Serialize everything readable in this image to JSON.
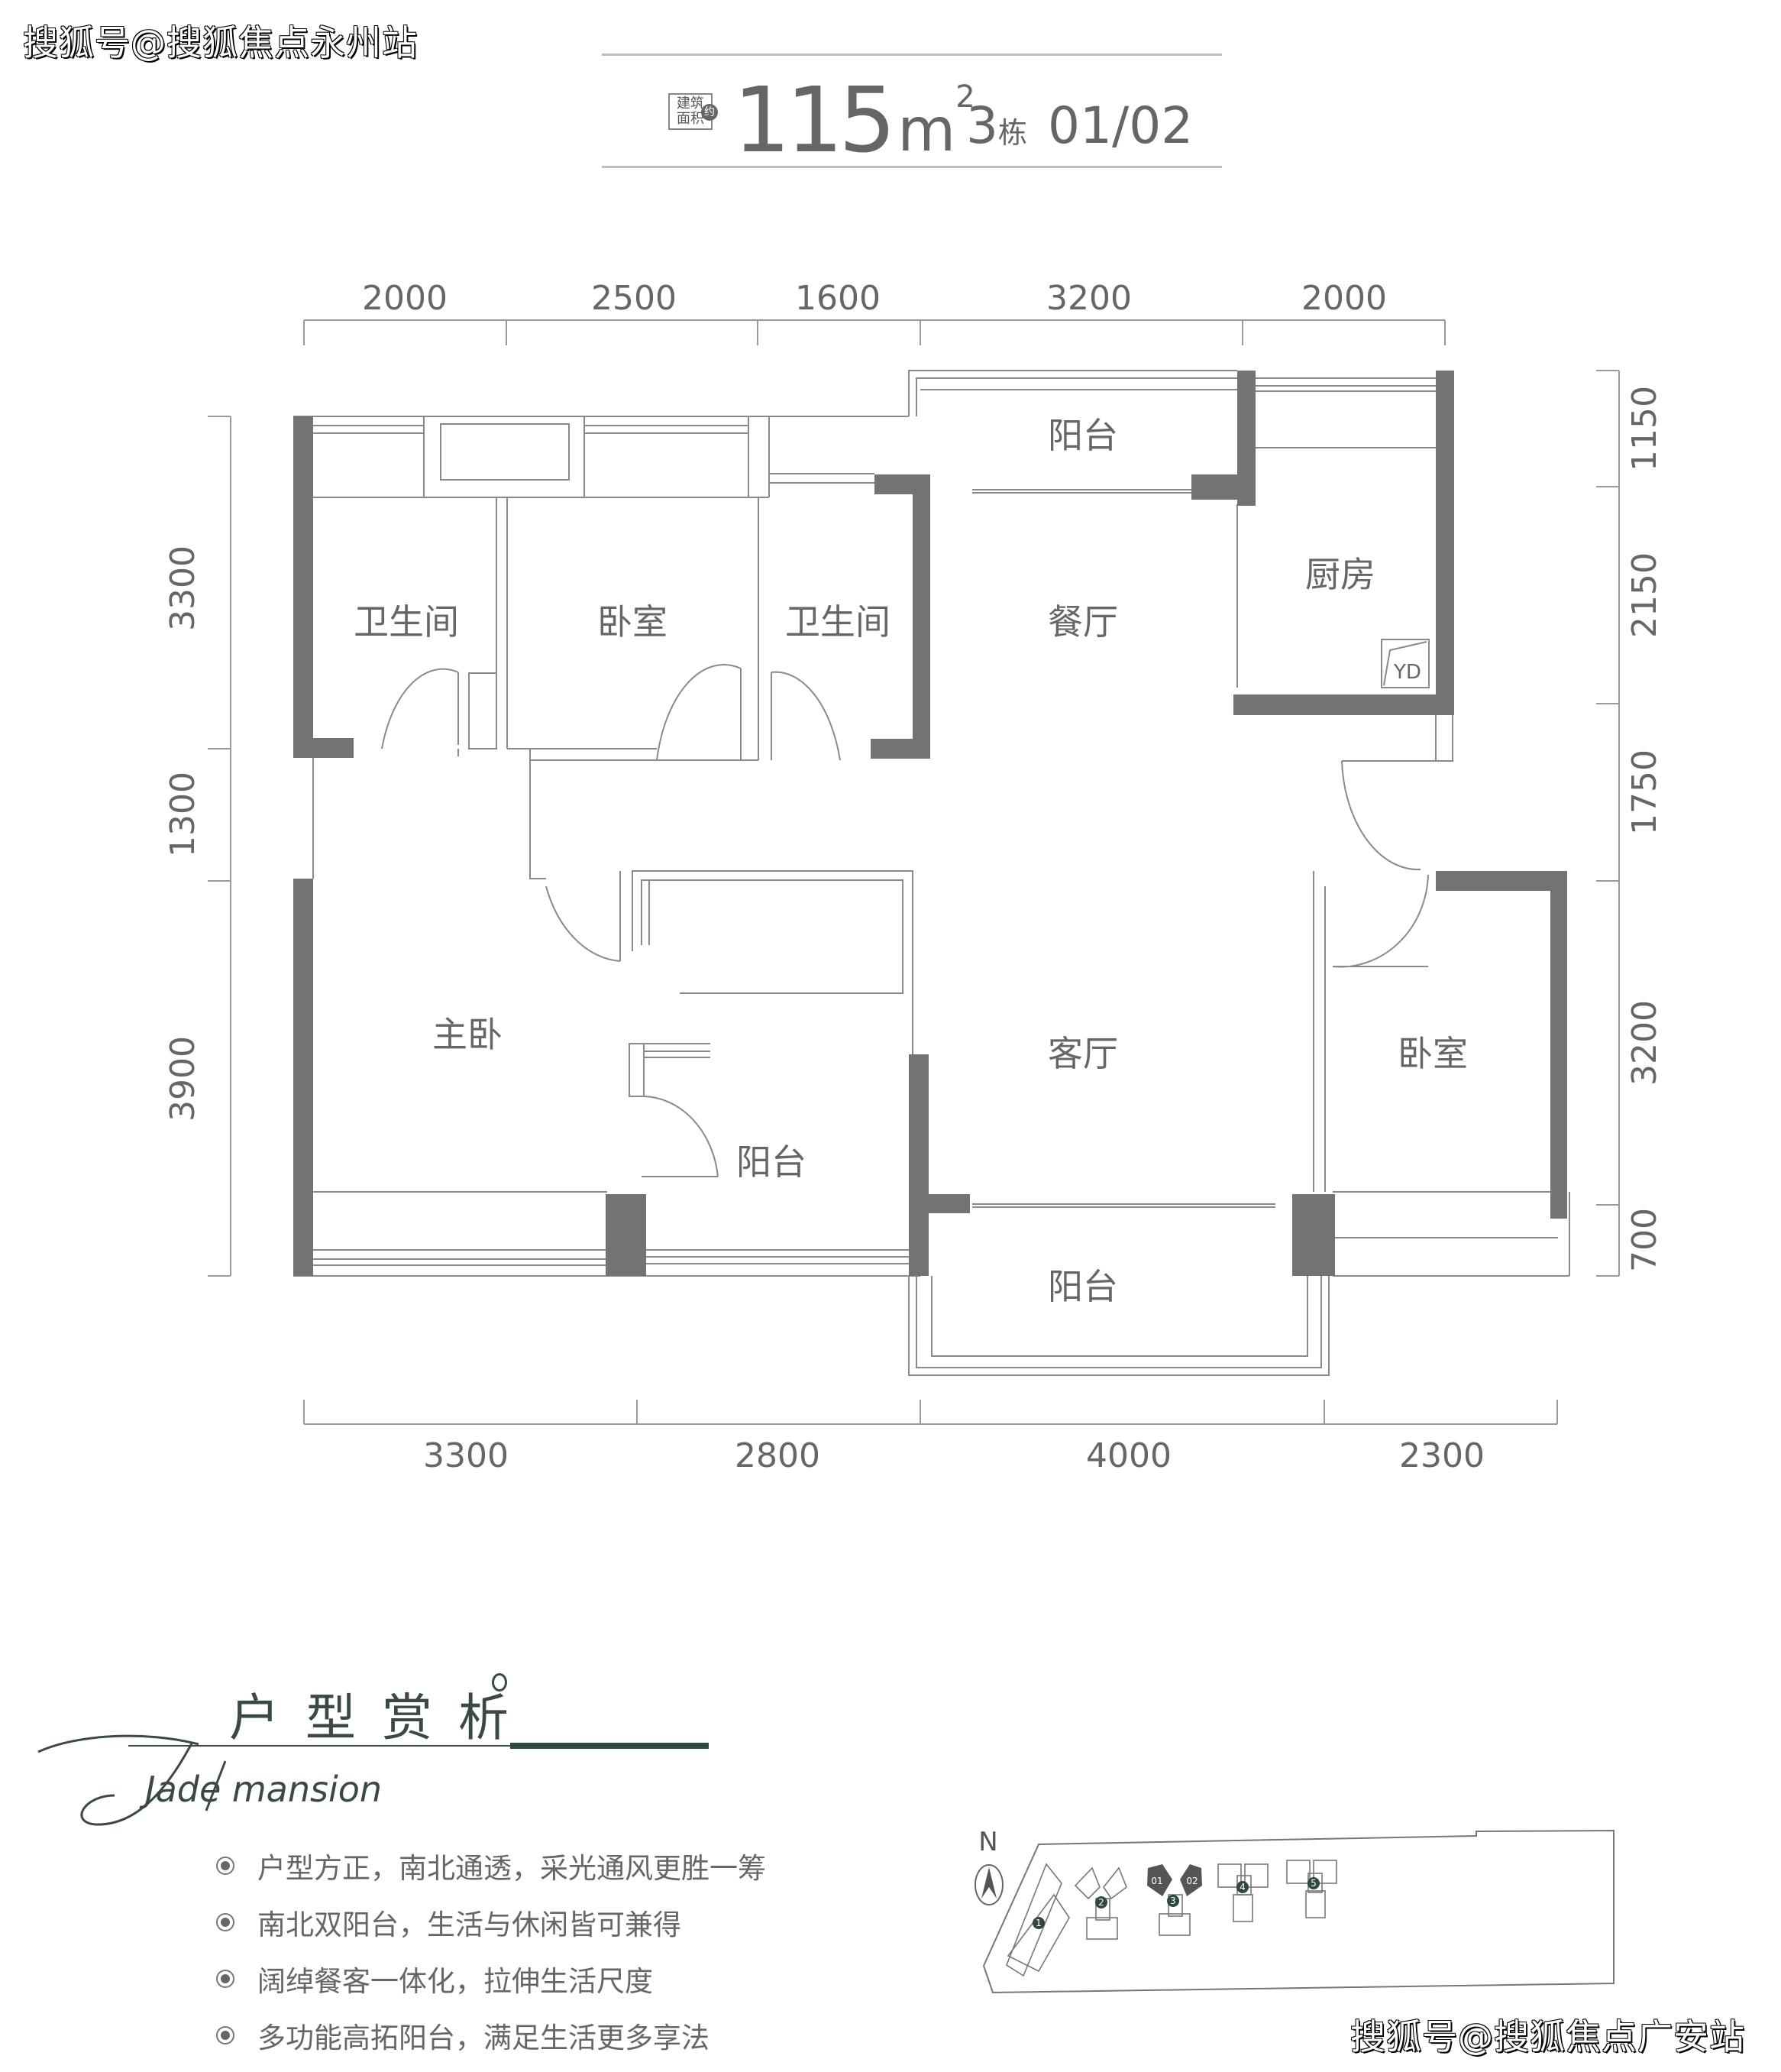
{
  "watermarks": {
    "top_left": "搜狐号@搜狐焦点永州站",
    "bottom_right": "搜狐号@搜狐焦点广安站"
  },
  "header": {
    "area_badge_line1": "建筑",
    "area_badge_line2": "面积",
    "area_badge_approx": "约",
    "area_value": "115",
    "area_unit": "m",
    "area_unit_sup": "2",
    "building_number": "3",
    "building_suffix": "栋",
    "unit_numbers": "01/02"
  },
  "floor_plan": {
    "colors": {
      "wall": "#737373",
      "line": "#8a8a8a",
      "text": "#666666"
    },
    "dimensions": {
      "top": [
        "2000",
        "2500",
        "1600",
        "3200",
        "2000"
      ],
      "bottom": [
        "3300",
        "2800",
        "4000",
        "2300"
      ],
      "left": [
        "3300",
        "1300",
        "3900"
      ],
      "right": [
        "1150",
        "2150",
        "1750",
        "3200",
        "700"
      ]
    },
    "rooms": {
      "bathroom_1": "卫生间",
      "bedroom_north": "卧室",
      "bathroom_2": "卫生间",
      "balcony_north": "阳台",
      "dining": "餐厅",
      "kitchen": "厨房",
      "kitchen_fixture": "YD",
      "master_bedroom": "主卧",
      "balcony_master": "阳台",
      "living": "客厅",
      "bedroom_south": "卧室",
      "balcony_south": "阳台"
    }
  },
  "analysis": {
    "title": "户型赏析",
    "script_logo": "Jade mansion",
    "accent_color": "#2f4a3a",
    "bullets": [
      "户型方正，南北通透，采光通风更胜一筹",
      "南北双阳台，生活与休闲皆可兼得",
      "阔绰餐客一体化，拉伸生活尺度",
      "多功能高拓阳台，满足生活更多享法"
    ]
  },
  "site_map": {
    "north_label": "N",
    "buildings": [
      "1",
      "2",
      "3",
      "4",
      "5"
    ],
    "highlighted_units": [
      "01",
      "02"
    ],
    "marker_color": "#2f4a3a",
    "highlight_color": "#555555"
  }
}
